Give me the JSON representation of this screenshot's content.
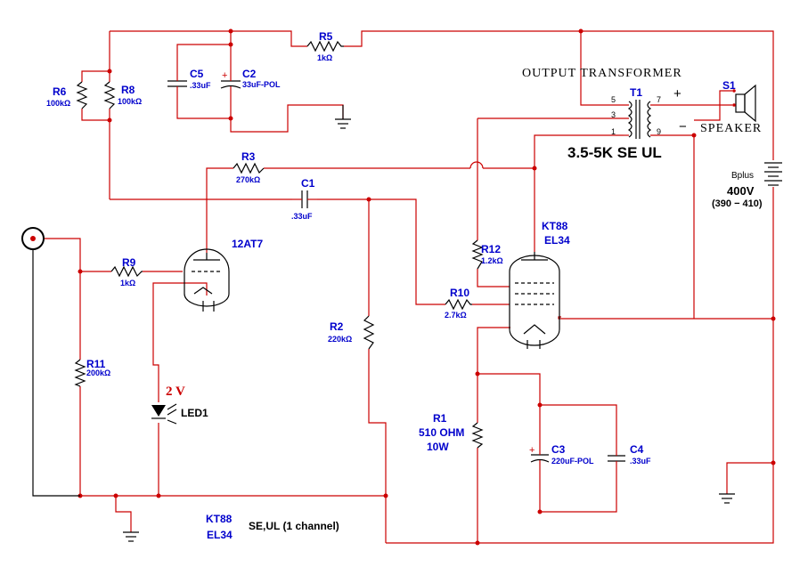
{
  "components": {
    "r5": {
      "name": "R5",
      "value": "1kΩ"
    },
    "r6": {
      "name": "R6",
      "value": "100kΩ"
    },
    "r8": {
      "name": "R8",
      "value": "100kΩ"
    },
    "c5": {
      "name": "C5",
      "value": ".33uF"
    },
    "c2": {
      "name": "C2",
      "value": "33uF-POL"
    },
    "r3": {
      "name": "R3",
      "value": "270kΩ"
    },
    "c1": {
      "name": "C1",
      "value": ".33uF"
    },
    "r9": {
      "name": "R9",
      "value": "1kΩ"
    },
    "v1": {
      "name": "12AT7"
    },
    "r11": {
      "name": "R11",
      "value": "200kΩ"
    },
    "led": {
      "name": "LED1",
      "voltage": "2 V"
    },
    "r2": {
      "name": "R2",
      "value": "220kΩ"
    },
    "r12": {
      "name": "R12",
      "value": "1.2kΩ"
    },
    "r10": {
      "name": "R10",
      "value": "2.7kΩ"
    },
    "v2": {
      "name": "KT88",
      "alt": "EL34"
    },
    "r1": {
      "name": "R1",
      "value": "510 OHM",
      "power": "10W"
    },
    "c3": {
      "name": "C3",
      "value": "220uF-POL"
    },
    "c4": {
      "name": "C4",
      "value": ".33uF"
    },
    "t1": {
      "name": "T1",
      "title": "OUTPUT  TRANSFORMER",
      "ratio": "3.5-5K SE  UL",
      "pins": {
        "p5": "5",
        "p3": "3",
        "p1": "1",
        "p7": "7",
        "p9": "9"
      }
    },
    "s1": {
      "name": "S1",
      "label": "SPEAKER",
      "plus": "+",
      "minus": "−"
    },
    "bplus": {
      "name": "Bplus",
      "voltage": "400V",
      "range": "(390 − 410)"
    }
  },
  "footer": {
    "line1": "KT88",
    "line2": "EL34",
    "desc": "SE,UL  (1 channel)"
  }
}
